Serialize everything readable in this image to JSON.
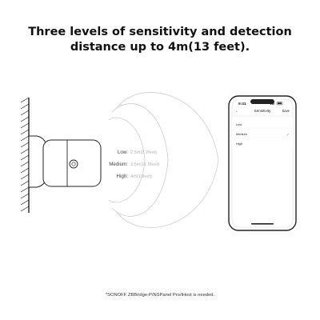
{
  "headline": {
    "line1": "Three levels of sensitivity and detection",
    "line2": "distance up to 4m(13 feet)."
  },
  "levels": [
    {
      "label": "Low:",
      "value": "2.5m(8.2feet)"
    },
    {
      "label": "Medium:",
      "value": "3.5m(11.5feet)"
    },
    {
      "label": "High:",
      "value": "4m(13feet)"
    }
  ],
  "phone": {
    "time": "9:41",
    "title": "Sensitivity",
    "save": "Save",
    "options": [
      "Low",
      "Medium",
      "High"
    ],
    "selected_index": 1,
    "check_glyph": "✓",
    "back_glyph": "←",
    "accent_color": "#2f7df6"
  },
  "footnote": "*SONOFF ZBBridge-P/NSPanel Pro/iHost is needed."
}
